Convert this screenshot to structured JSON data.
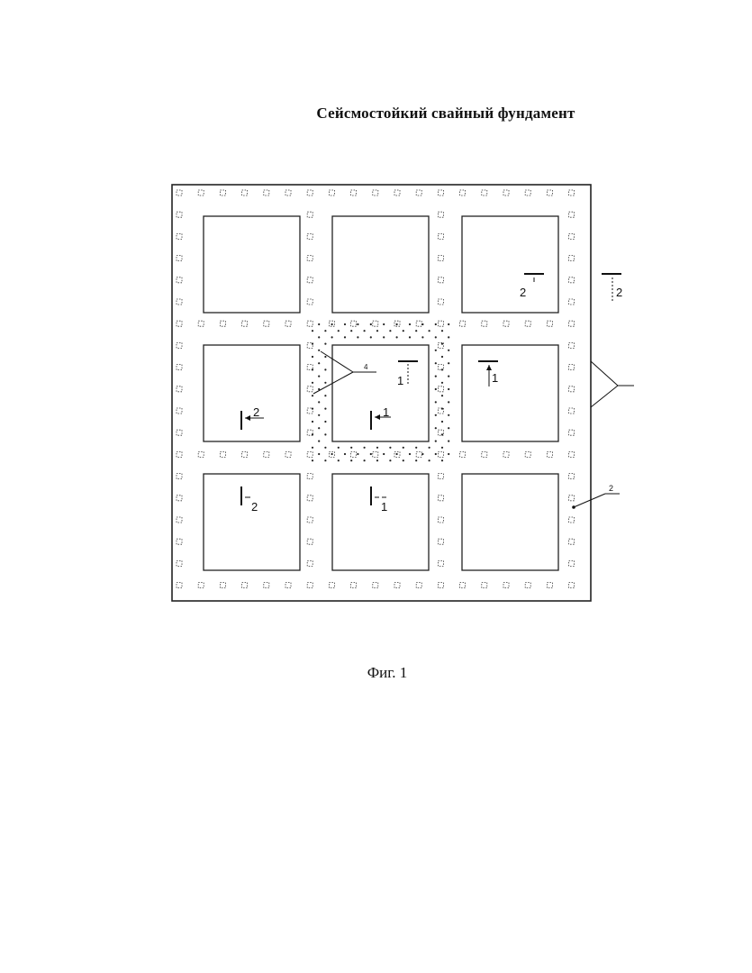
{
  "title": "Сейсмостойкий свайный фундамент",
  "caption": "Фиг. 1",
  "section_marks": {
    "top_right_outer": "2",
    "top_right_inner": "2",
    "center_top_a": "1",
    "center_top_b": "1",
    "left_mid": "2",
    "center_mid": "1",
    "bottom_left": "2",
    "bottom_center": "1"
  },
  "callouts": {
    "inner_piles": "4",
    "right_side": "",
    "pile_single": "2"
  }
}
